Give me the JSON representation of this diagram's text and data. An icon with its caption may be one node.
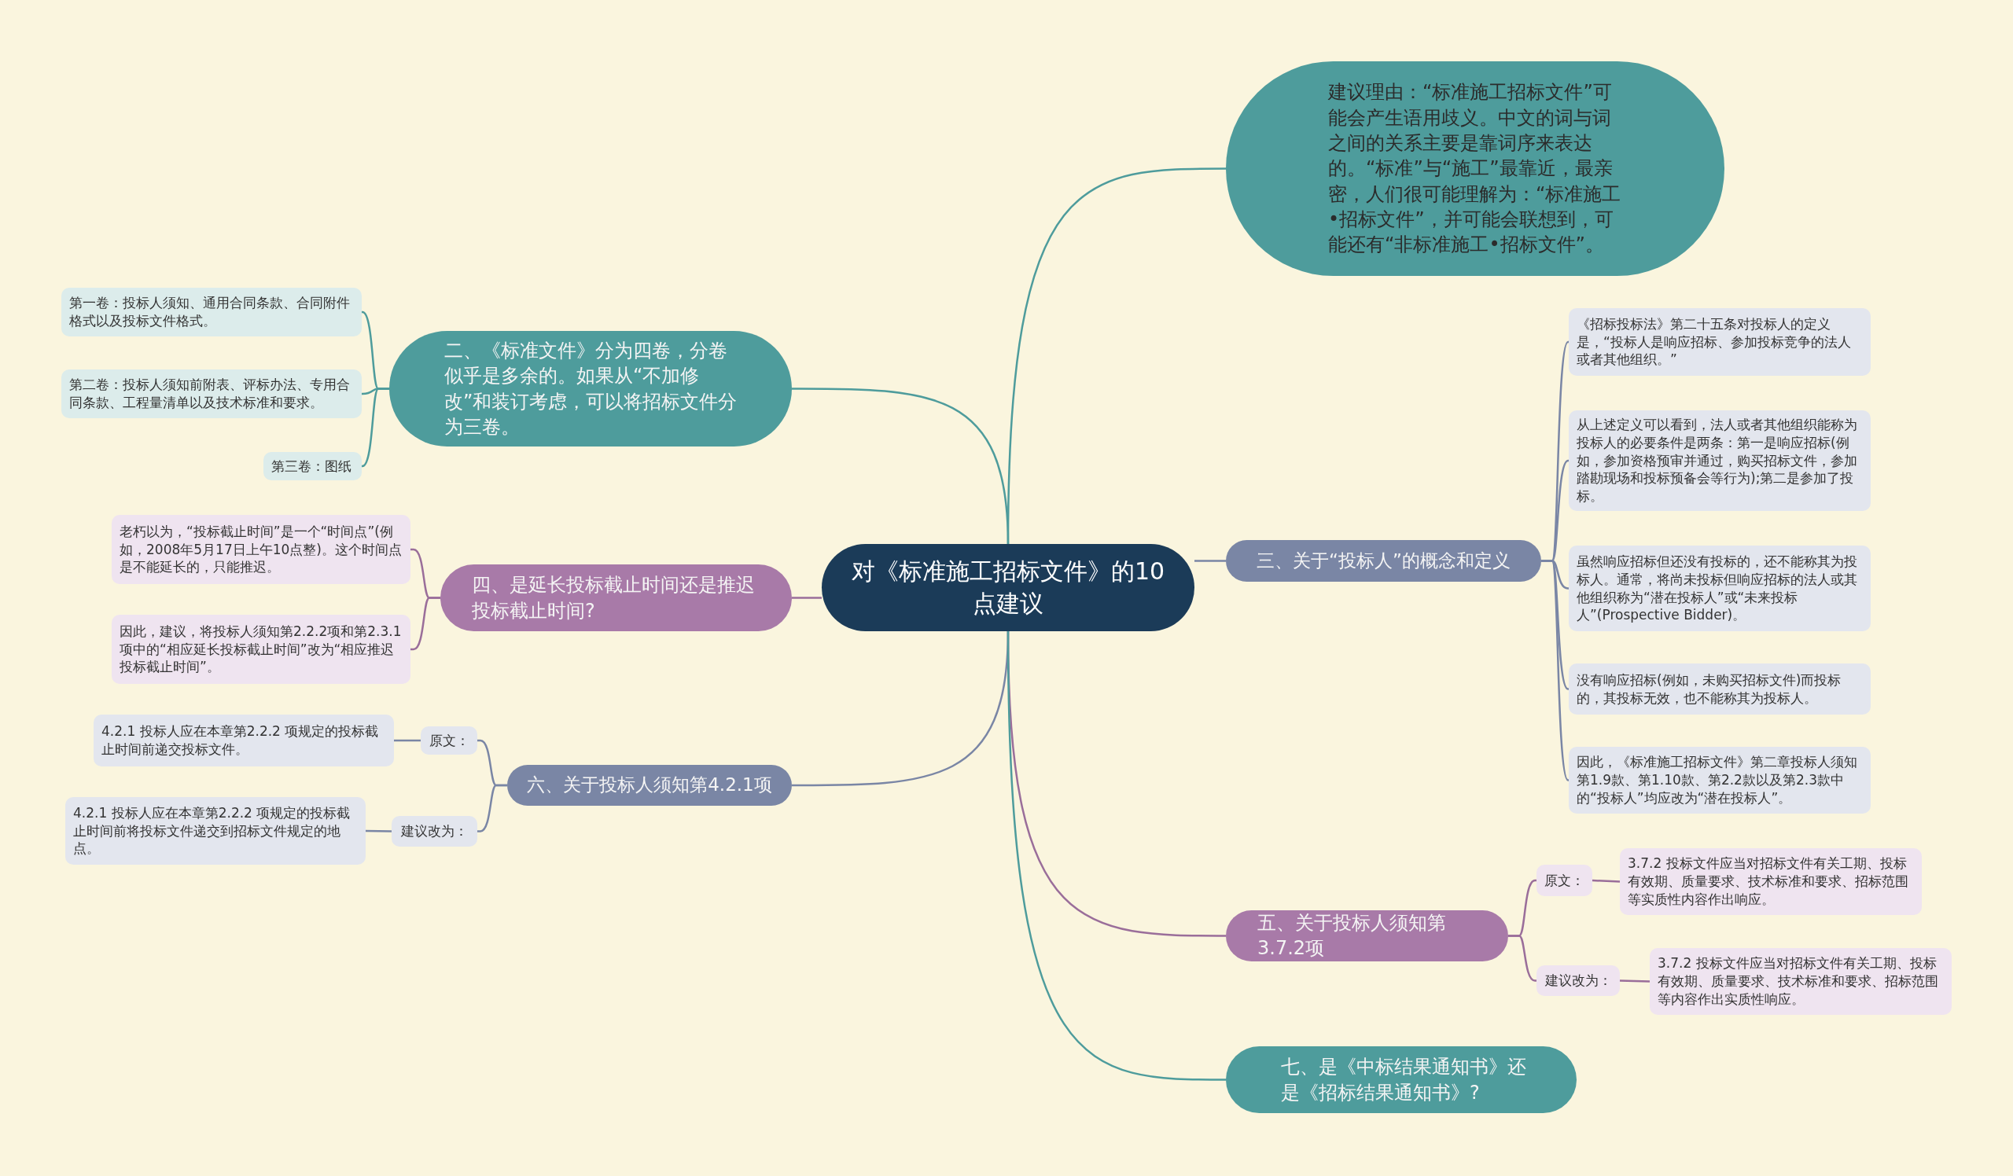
{
  "diagram": {
    "nodes": [
      {
        "text": [
          "对《标准施工招标文件》的10点建议"
        ]
      },
      {
        "text": [
          "建议理由：“标准施工招标文件”可能会产生语用歧义。中文的词与词之间的关系主要是靠词序来表达的。“标准”与“施工”最靠近，最亲密，人们很可能理解为：“标准施工•招标文件”，并可能会联想到，可能还有“非标准施工•招标文件”。"
        ]
      },
      {
        "text": [
          "二、《标准文件》分为四卷，分卷似乎是多余的。如果从“不加修改”和装订考虑，可以将招标文件分为三卷。"
        ]
      },
      {
        "text": [
          "第一卷：投标人须知、通用合同条款、合同附件格式以及投标文件格式。"
        ]
      },
      {
        "text": [
          "第二卷：投标人须知前附表、评标办法、专用合同条款、工程量清单以及技术标准和要求。"
        ]
      },
      {
        "text": [
          "第三卷：图纸"
        ]
      },
      {
        "text": [
          "三、关于“投标人”的概念和定义"
        ]
      },
      {
        "text": [
          "《招标投标法》第二十五条对投标人的定义是，“投标人是响应招标、参加投标竞争的法人或者其他组织。”"
        ]
      },
      {
        "text": [
          "从上述定义可以看到，法人或者其他组织能称为投标人的必要条件是两条：第一是响应招标(例如，参加资格预审并通过，购买招标文件，参加踏勘现场和投标预备会等行为);第二是参加了投标。"
        ]
      },
      {
        "text": [
          "虽然响应招标但还没有投标的，还不能称其为投标人。通常，将尚未投标但响应招标的法人或其他组织称为“潜在投标人”或“未来投标人”(Prospective Bidder)。"
        ]
      },
      {
        "text": [
          "没有响应招标(例如，未购买招标文件)而投标的，其投标无效，也不能称其为投标人。"
        ]
      },
      {
        "text": [
          "因此，《标准施工招标文件》第二章投标人须知第1.9款、第1.10款、第2.2款以及第2.3款中的“投标人”均应改为“潜在投标人”。"
        ]
      },
      {
        "text": [
          "四、是延长投标截止时间还是推迟投标截止时间?"
        ]
      },
      {
        "text": [
          "老朽以为，“投标截止时间”是一个“时间点”(例如，2008年5月17日上午10点整)。这个时间点是不能延长的，只能推迟。"
        ]
      },
      {
        "text": [
          "因此，建议，将投标人须知第2.2.2项和第2.3.1项中的“相应延长投标截止时间”改为“相应推迟投标截止时间”。"
        ]
      },
      {
        "text": [
          "六、关于投标人须知第4.2.1项"
        ]
      },
      {
        "text": [
          "原文："
        ]
      },
      {
        "text": [
          "4.2.1 投标人应在本章第2.2.2 项规定的投标截止时间前递交投标文件。"
        ]
      },
      {
        "text": [
          "建议改为："
        ]
      },
      {
        "text": [
          "4.2.1 投标人应在本章第2.2.2 项规定的投标截止时间前将投标文件递交到招标文件规定的地点。"
        ]
      },
      {
        "text": [
          "五、关于投标人须知第3.7.2项"
        ]
      },
      {
        "text": [
          "原文："
        ]
      },
      {
        "text": [
          "3.7.2 投标文件应当对招标文件有关工期、投标有效期、质量要求、技术标准和要求、招标范围等实质性内容作出响应。"
        ]
      },
      {
        "text": [
          "建议改为："
        ]
      },
      {
        "text": [
          "3.7.2 投标文件应当对招标文件有关工期、投标有效期、质量要求、技术标准和要求、招标范围等内容作出实质性响应。"
        ]
      },
      {
        "text": [
          "七、是《中标结果通知书》还是《招标结果通知书》?"
        ]
      }
    ],
    "edges": [
      {
        "from": 0,
        "to": 1,
        "arrow": "none",
        "color": "#4e9c9c"
      },
      {
        "from": 0,
        "to": 2,
        "arrow": "none",
        "color": "#4e9c9c"
      },
      {
        "from": 2,
        "to": 3,
        "arrow": "none",
        "color": "#4e9c9c"
      },
      {
        "from": 2,
        "to": 4,
        "arrow": "none",
        "color": "#4e9c9c"
      },
      {
        "from": 2,
        "to": 5,
        "arrow": "none",
        "color": "#4e9c9c"
      },
      {
        "from": 0,
        "to": 6,
        "arrow": "none"
      },
      {
        "from": 6,
        "to": 7,
        "arrow": "none"
      },
      {
        "from": 6,
        "to": 8,
        "arrow": "none"
      },
      {
        "from": 6,
        "to": 9,
        "arrow": "none"
      },
      {
        "from": 6,
        "to": 10,
        "arrow": "none"
      },
      {
        "from": 6,
        "to": 11,
        "arrow": "none"
      },
      {
        "from": 0,
        "to": 12,
        "arrow": "none",
        "color": "#9a6e9a"
      },
      {
        "from": 12,
        "to": 13,
        "arrow": "none",
        "color": "#9a6e9a"
      },
      {
        "from": 12,
        "to": 14,
        "arrow": "none",
        "color": "#9a6e9a"
      },
      {
        "from": 0,
        "to": 15,
        "arrow": "none"
      },
      {
        "from": 15,
        "to": 16,
        "arrow": "none"
      },
      {
        "from": 16,
        "to": 17,
        "arrow": "none"
      },
      {
        "from": 15,
        "to": 18,
        "arrow": "none"
      },
      {
        "from": 18,
        "to": 19,
        "arrow": "none"
      },
      {
        "from": 0,
        "to": 20,
        "arrow": "none",
        "color": "#9a6e9a"
      },
      {
        "from": 20,
        "to": 21,
        "arrow": "none",
        "color": "#9a6e9a"
      },
      {
        "from": 21,
        "to": 22,
        "arrow": "none",
        "color": "#9a6e9a"
      },
      {
        "from": 20,
        "to": 23,
        "arrow": "none",
        "color": "#9a6e9a"
      },
      {
        "from": 23,
        "to": 24,
        "arrow": "none",
        "color": "#9a6e9a"
      },
      {
        "from": 0,
        "to": 25,
        "arrow": "none",
        "color": "#4e9c9c"
      }
    ]
  }
}
